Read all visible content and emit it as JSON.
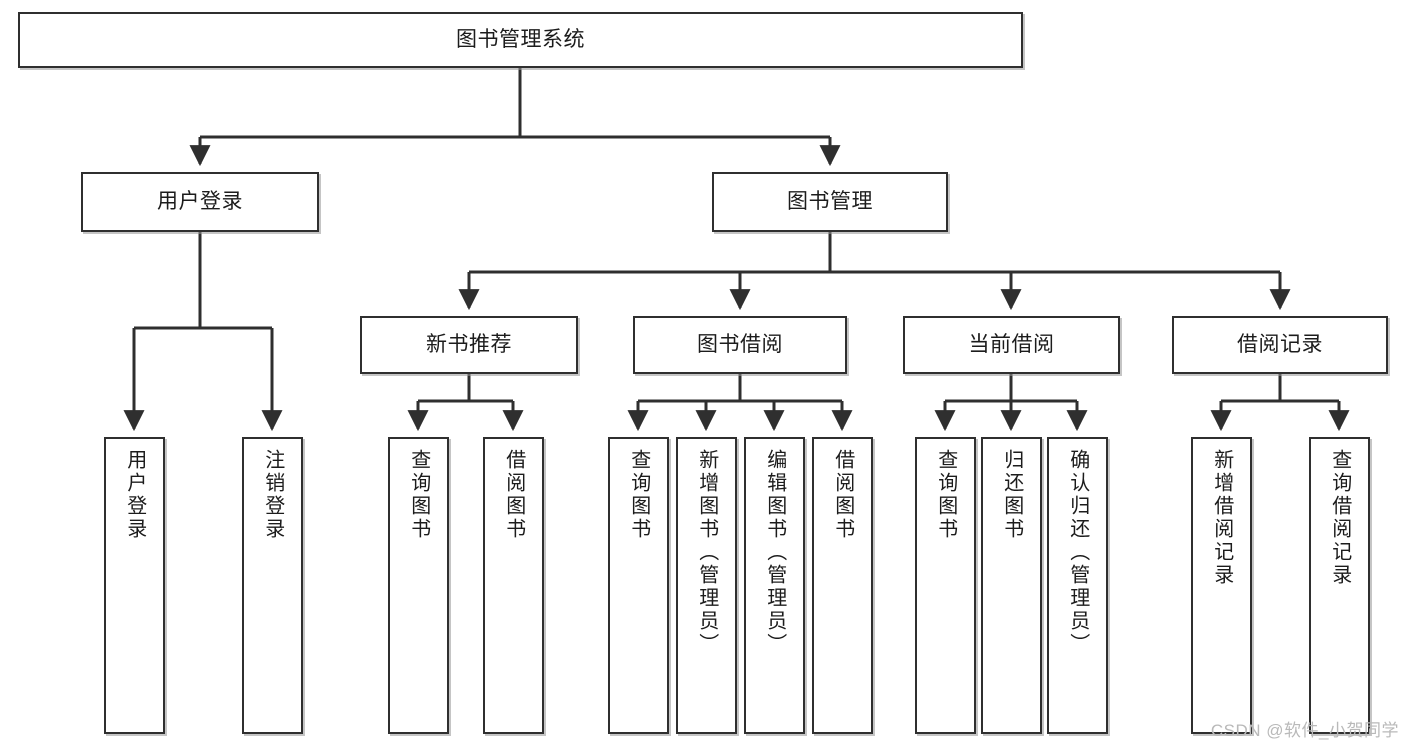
{
  "diagram": {
    "title": "图书管理系统",
    "type": "tree",
    "watermark": "CSDN @软件_小贺同学",
    "colors": {
      "background": "#ffffff",
      "box_border": "#2f2f2f",
      "box_fill": "#ffffff",
      "connector": "#2f2f2f",
      "text": "#1c1c1c",
      "watermark": "#b9b9b9"
    },
    "nodes": {
      "root": {
        "label": "图书管理系统"
      },
      "level1": [
        {
          "id": "user-login",
          "label": "用户登录"
        },
        {
          "id": "book-manage",
          "label": "图书管理"
        }
      ],
      "level2": [
        {
          "id": "new-book-rec",
          "label": "新书推荐"
        },
        {
          "id": "book-borrow",
          "label": "图书借阅"
        },
        {
          "id": "current-borrow",
          "label": "当前借阅"
        },
        {
          "id": "borrow-record",
          "label": "借阅记录"
        }
      ],
      "leaves": {
        "user_login": [
          {
            "id": "leaf-user-login",
            "label": "用户登录"
          },
          {
            "id": "leaf-logout-login",
            "label": "注销登录"
          }
        ],
        "new_book_rec": [
          {
            "id": "leaf-query-book-1",
            "label": "查询图书"
          },
          {
            "id": "leaf-borrow-book-1",
            "label": "借阅图书"
          }
        ],
        "book_borrow": [
          {
            "id": "leaf-query-book-2",
            "label": "查询图书"
          },
          {
            "id": "leaf-add-book",
            "label": "新增图书（管理员）"
          },
          {
            "id": "leaf-edit-book",
            "label": "编辑图书（管理员）"
          },
          {
            "id": "leaf-borrow-book-2",
            "label": "借阅图书"
          }
        ],
        "current_borrow": [
          {
            "id": "leaf-query-book-3",
            "label": "查询图书"
          },
          {
            "id": "leaf-return-book",
            "label": "归还图书"
          },
          {
            "id": "leaf-confirm-return",
            "label": "确认归还（管理员）"
          }
        ],
        "borrow_record": [
          {
            "id": "leaf-add-record",
            "label": "新增借阅记录"
          },
          {
            "id": "leaf-query-record",
            "label": "查询借阅记录"
          }
        ]
      }
    }
  }
}
